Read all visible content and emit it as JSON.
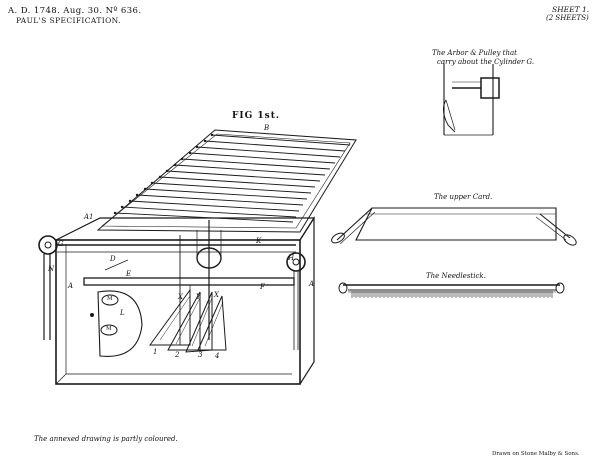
{
  "header": {
    "line1": "A. D. 1748.  Aug. 30.  Nº 636.",
    "line2": "PAUL'S SPECIFICATION.",
    "sheet": "SHEET 1.",
    "sheets": "(2 SHEETS)"
  },
  "figure_title": "FIG 1st.",
  "details": {
    "arbor": "The Arbor & Pulley that",
    "arbor2": "carry about the Cylinder G.",
    "upper_card": "The upper Card.",
    "needlestick": "The Needlestick."
  },
  "labels": {
    "B": "B",
    "A1": "A1",
    "G": "G",
    "K": "K",
    "D": "D",
    "E": "E",
    "H": "H",
    "F": "F",
    "A_left": "A",
    "A_right": "A",
    "N": "N",
    "L": "L",
    "M1": "M",
    "M2": "M",
    "X1": "X",
    "X2": "X",
    "Y": "Y",
    "n1": "1",
    "n2": "2",
    "n3": "3",
    "n4": "4"
  },
  "footer": {
    "note": "The annexed drawing is partly coloured.",
    "printer": "Drawn on Stone Malby & Sons."
  }
}
